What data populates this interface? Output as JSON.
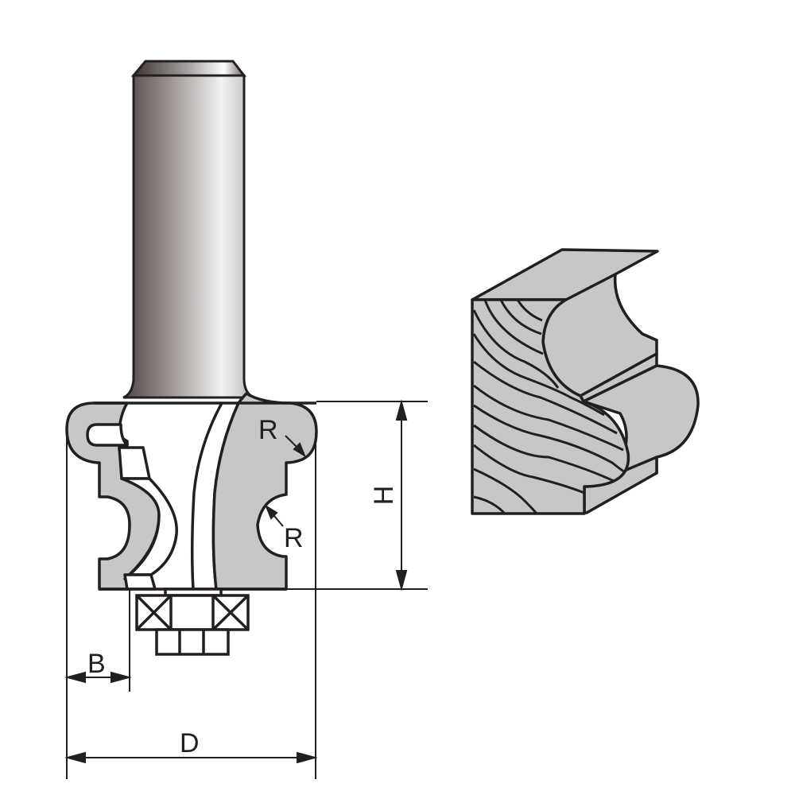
{
  "diagram": {
    "type": "router-bit-technical-drawing",
    "subject": "Classical / Roman ogee molding router bit with ball-bearing guide",
    "colors": {
      "outline": "#231f20",
      "fill_gray": "#c6c7c8",
      "background": "#ffffff",
      "shank_dark": "#5a5250",
      "shank_light": "#f4f4f4"
    },
    "dimensions": {
      "radius_top_label": "R",
      "radius_bottom_label": "R",
      "height_label": "H",
      "bearing_offset_label": "B",
      "diameter_label": "D"
    },
    "components": [
      "shank",
      "cutter-body",
      "carbide-cutting-edge",
      "ball-bearing",
      "bearing-nut",
      "workpiece-profile"
    ]
  }
}
